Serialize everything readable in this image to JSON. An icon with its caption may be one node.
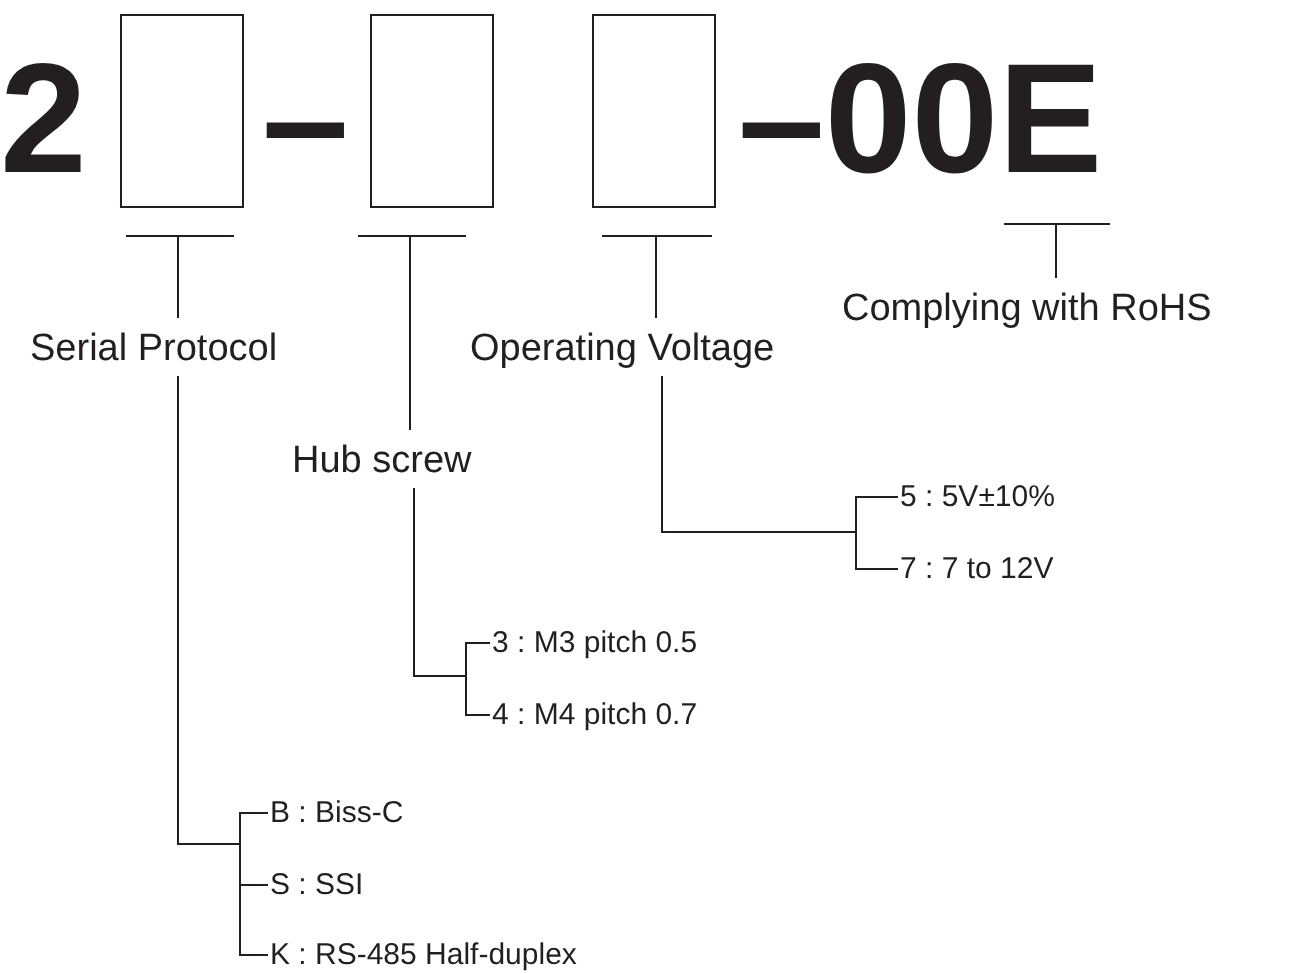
{
  "diagram": {
    "nodes": [
      {
        "text": [],
        "shape": "box"
      },
      {
        "text": [],
        "shape": "box"
      },
      {
        "text": [],
        "shape": "box"
      },
      {
        "text": [
          "–00E"
        ]
      },
      {
        "text": [
          "Complying with RoHS"
        ]
      },
      {
        "text": [
          "Serial Protocol"
        ]
      },
      {
        "text": [
          "Operating Voltage"
        ]
      },
      {
        "text": [
          "Hub screw"
        ]
      },
      {
        "text": [
          "5 : 5V±10%"
        ]
      },
      {
        "text": [
          "7 : 7 to 12V"
        ]
      },
      {
        "text": [
          "3 : M3 pitch 0.5"
        ]
      },
      {
        "text": [
          "4 : M4 pitch 0.7"
        ]
      },
      {
        "text": [
          "B : Biss-C"
        ]
      },
      {
        "text": [
          "S : SSI"
        ]
      },
      {
        "text": [
          "K : RS-485 Half-duplex"
        ]
      }
    ],
    "edges": [
      {
        "from": 0,
        "to": 5,
        "arrow": "none"
      },
      {
        "from": 1,
        "to": 7,
        "arrow": "none"
      },
      {
        "from": 2,
        "to": 6,
        "arrow": "none"
      },
      {
        "from": 3,
        "to": 4,
        "arrow": "none"
      },
      {
        "from": 6,
        "to": 8,
        "arrow": "none"
      },
      {
        "from": 6,
        "to": 9,
        "arrow": "none"
      },
      {
        "from": 7,
        "to": 10,
        "arrow": "none"
      },
      {
        "from": 7,
        "to": 11,
        "arrow": "none"
      },
      {
        "from": 5,
        "to": 12,
        "arrow": "none"
      },
      {
        "from": 5,
        "to": 13,
        "arrow": "none"
      },
      {
        "from": 5,
        "to": 14,
        "arrow": "none"
      }
    ],
    "labels": [
      "2",
      "–"
    ]
  }
}
